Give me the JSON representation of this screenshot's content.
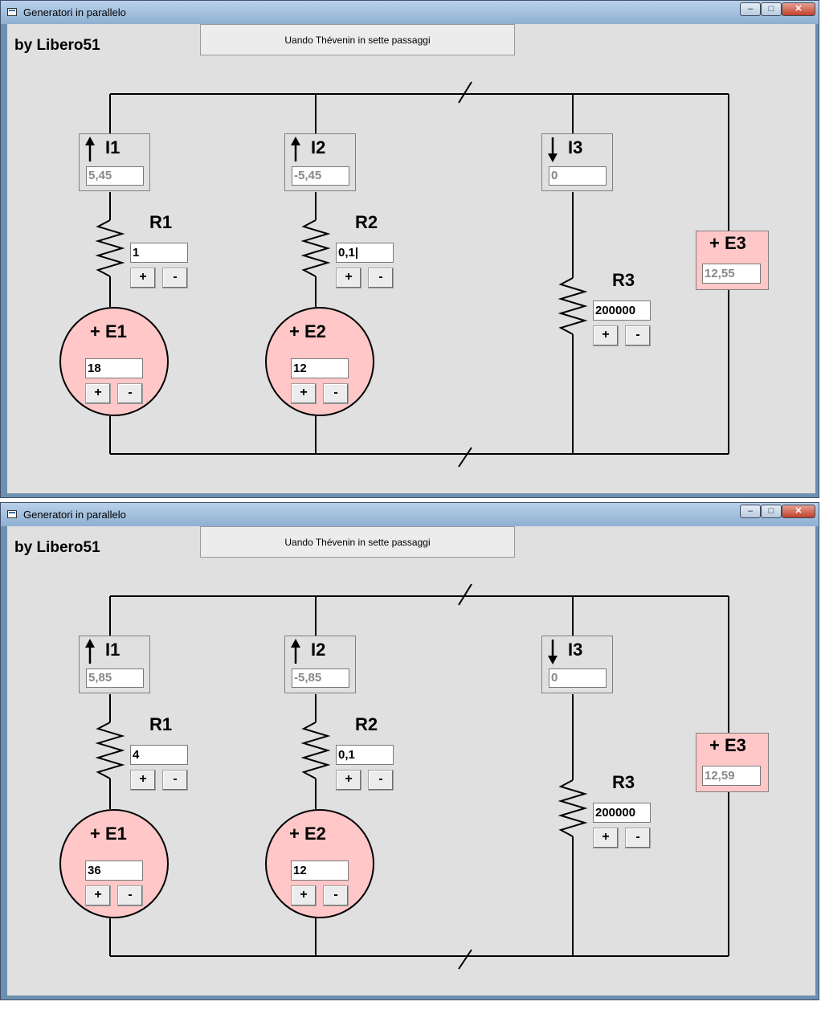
{
  "windows": [
    {
      "title": "Generatori in parallelo",
      "author": "by Libero51",
      "top_button": "Uando Thévenin in sette passaggi",
      "I1": {
        "label": "I1",
        "value": "5,45"
      },
      "I2": {
        "label": "I2",
        "value": "-5,45"
      },
      "I3": {
        "label": "I3",
        "value": "0"
      },
      "R1": {
        "label": "R1",
        "value": "1"
      },
      "R2": {
        "label": "R2",
        "value": "0,1|"
      },
      "R3": {
        "label": "R3",
        "value": "200000"
      },
      "E1": {
        "label": "+  E1",
        "value": "18"
      },
      "E2": {
        "label": "+  E2",
        "value": "12"
      },
      "E3": {
        "label": "+  E3",
        "value": "12,55"
      }
    },
    {
      "title": "Generatori in parallelo",
      "author": "by Libero51",
      "top_button": "Uando Thévenin in sette passaggi",
      "I1": {
        "label": "I1",
        "value": "5,85"
      },
      "I2": {
        "label": "I2",
        "value": "-5,85"
      },
      "I3": {
        "label": "I3",
        "value": "0"
      },
      "R1": {
        "label": "R1",
        "value": "4"
      },
      "R2": {
        "label": "R2",
        "value": "0,1"
      },
      "R3": {
        "label": "R3",
        "value": "200000"
      },
      "E1": {
        "label": "+  E1",
        "value": "36"
      },
      "E2": {
        "label": "+  E2",
        "value": "12"
      },
      "E3": {
        "label": "+  E3",
        "value": "12,59"
      }
    }
  ],
  "controls": {
    "plus": "+",
    "minus": "-",
    "minimize": "–",
    "maximize": "□",
    "close": "✕"
  },
  "colors": {
    "generator_fill": "#ffc7c7",
    "client_bg": "#e0e0e0",
    "readout_text": "#888888"
  },
  "icons": {
    "up_arrow": "arrow-up-icon",
    "down_arrow": "arrow-down-icon",
    "resistor": "resistor-icon",
    "app": "window-app-icon"
  }
}
